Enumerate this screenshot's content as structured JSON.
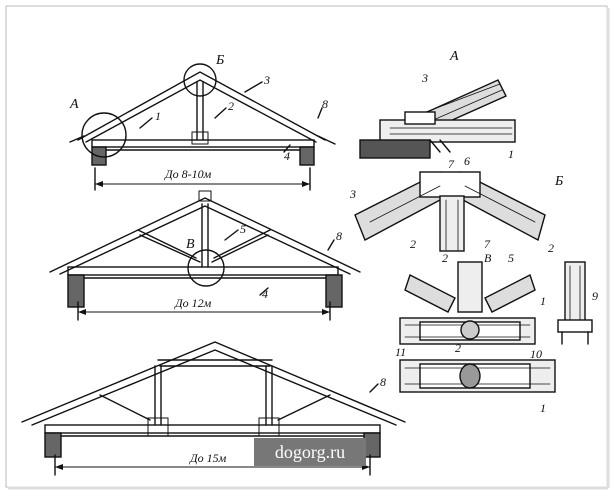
{
  "colors": {
    "ink": "#111111",
    "paper": "#ffffff",
    "wood": "#777777",
    "watermark_bg": "#777777",
    "watermark_text": "#ffffff"
  },
  "truss1": {
    "span_label": "До 8-10м",
    "callout_a": "А",
    "callout_b": "Б",
    "labels": [
      "1",
      "2",
      "3",
      "4",
      "8"
    ]
  },
  "truss2": {
    "span_label": "До 12м",
    "callout_v": "В",
    "labels": [
      "4",
      "5",
      "8"
    ]
  },
  "truss3": {
    "span_label": "До 15м",
    "labels": [
      "8"
    ]
  },
  "detail_a": {
    "title": "А",
    "labels": [
      "3",
      "6",
      "7",
      "1"
    ]
  },
  "detail_b": {
    "title": "Б",
    "labels": [
      "3",
      "2",
      "7"
    ]
  },
  "detail_v": {
    "labels": [
      "2",
      "В",
      "5",
      "1",
      "2",
      "11",
      "10",
      "1"
    ]
  },
  "detail_side": {
    "labels": [
      "2",
      "9"
    ]
  },
  "watermark": "dogorg.ru"
}
